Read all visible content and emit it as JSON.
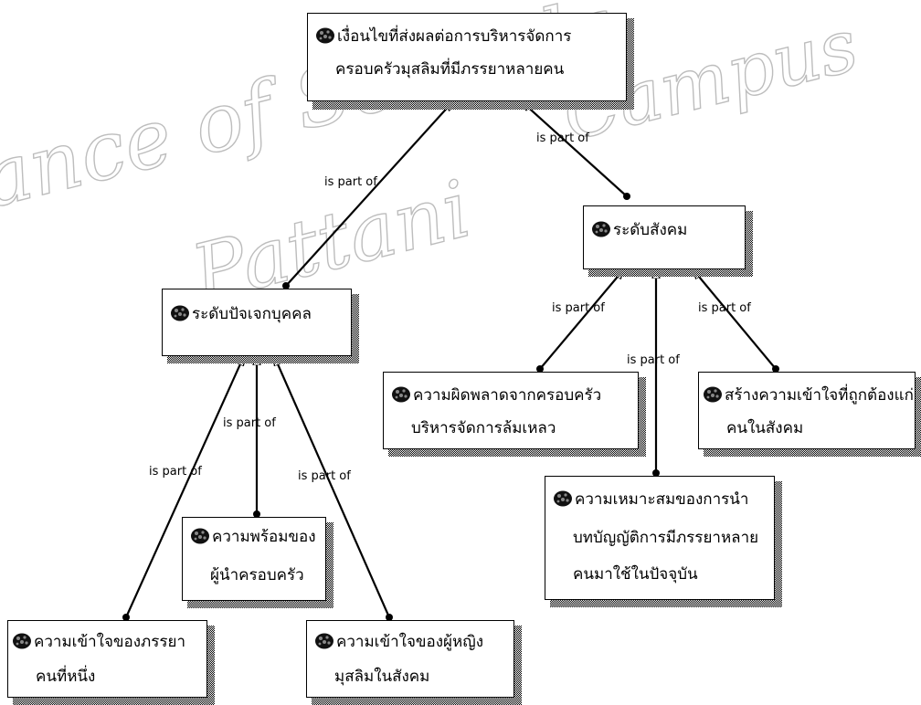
{
  "watermark": {
    "line1": "ance of Songkla",
    "line2": "Campus",
    "line3": "Pattani"
  },
  "nodes": {
    "root": {
      "line1": "เงื่อนไขที่ส่งผลต่อการบริหารจัดการ",
      "line2": "ครอบครัวมุสลิมที่มีภรรยาหลายคน"
    },
    "individual": {
      "line1": "ระดับปัจเจกบุคคล"
    },
    "social": {
      "line1": "ระดับสังคม"
    },
    "leader_readiness": {
      "line1": "ความพร้อมของ",
      "line2": "ผู้นำครอบครัว"
    },
    "first_wife": {
      "line1": "ความเข้าใจของภรรยา",
      "line2": "คนที่หนึ่ง"
    },
    "muslim_women": {
      "line1": "ความเข้าใจของผู้หญิง",
      "line2": "มุสลิมในสังคม"
    },
    "family_failure": {
      "line1": "ความผิดพลาดจากครอบครัว",
      "line2": "บริหารจัดการล้มเหลว"
    },
    "law_suitability": {
      "line1": "ความเหมาะสมของการนำ",
      "line2": "บทบัญญัติการมีภรรยาหลาย",
      "line3": "คนมาใช้ในปัจจุบัน"
    },
    "social_understanding": {
      "line1": "สร้างความเข้าใจที่ถูกต้องแก่",
      "line2": "คนในสังคม"
    }
  },
  "edges": {
    "individual_root": "is part of",
    "social_root": "is part of",
    "first_wife_individual": "is part of",
    "leader_individual": "is part of",
    "muslim_women_individual": "is part of",
    "failure_social": "is part of",
    "law_social": "is part of",
    "understanding_social": "is part of"
  },
  "icon": "atlas-code-icon"
}
